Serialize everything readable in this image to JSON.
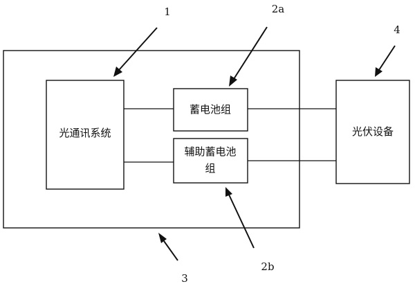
{
  "diagram": {
    "blocks": {
      "optical_comm": "光通讯系统",
      "battery": "蓄电池组",
      "aux_battery_line1": "辅助蓄电池",
      "aux_battery_line2": "组",
      "pv_equipment": "光伏设备"
    },
    "callouts": {
      "optical_comm": "1",
      "battery": "2a",
      "aux_battery": "2b",
      "enclosure": "3",
      "pv_equipment": "4"
    }
  }
}
